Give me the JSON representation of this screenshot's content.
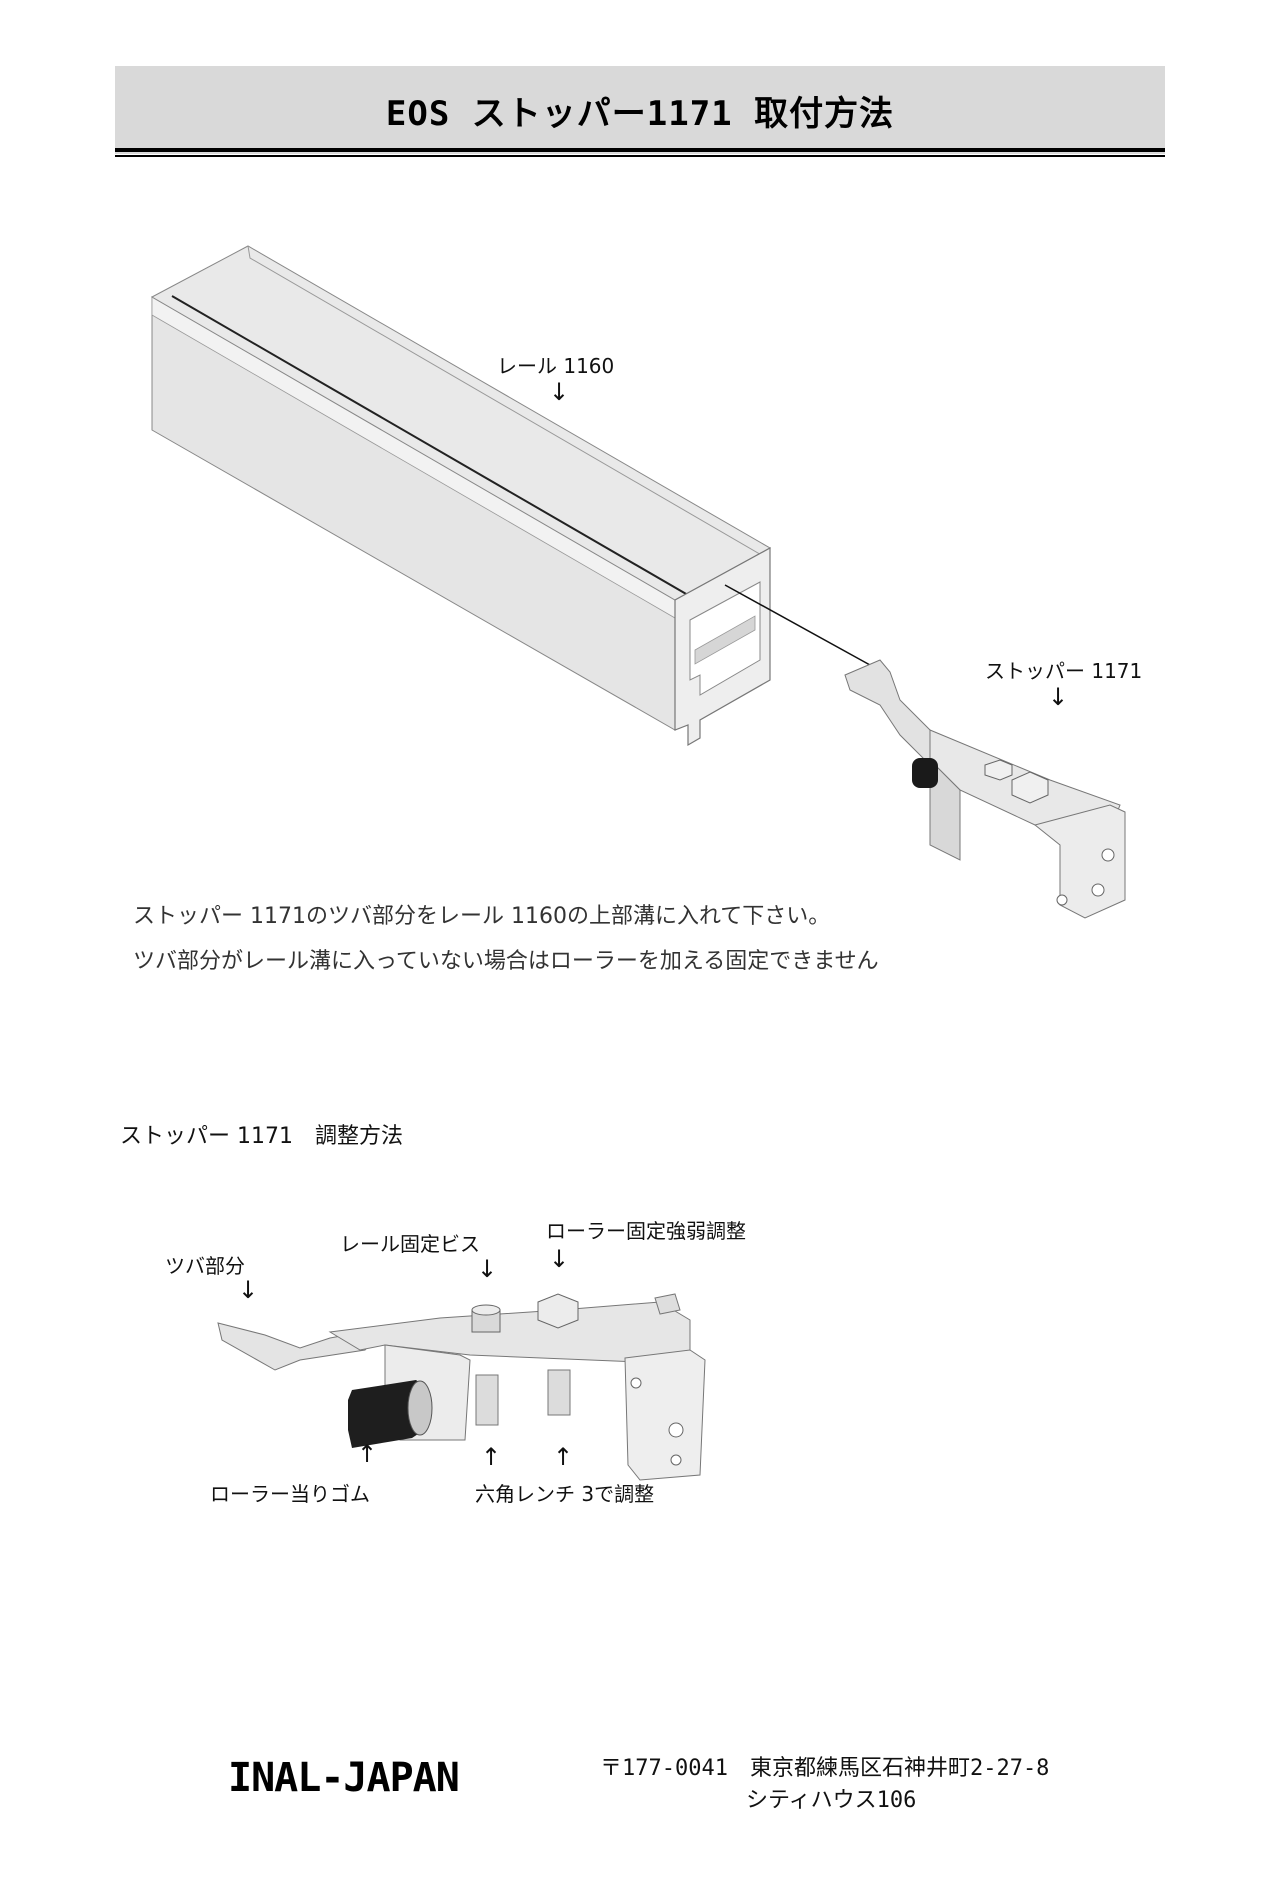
{
  "header": {
    "title": "EOS ストッパー1171 取付方法"
  },
  "figure1": {
    "rail_label": "レール 1160",
    "stopper_label": "ストッパー 1171",
    "arrow_down": "↓"
  },
  "instructions": {
    "line1": "ストッパー 1171のツバ部分をレール 1160の上部溝に入れて下さい。",
    "line2": "ツバ部分がレール溝に入っていない場合はローラーを加える固定できません"
  },
  "section2": {
    "title": "ストッパー 1171　調整方法"
  },
  "figure2": {
    "flange_label": "ツバ部分",
    "rail_screw_label": "レール固定ビス",
    "roller_adjust_label": "ローラー固定強弱調整",
    "rubber_label": "ローラー当りゴム",
    "hex_wrench_label": "六角レンチ 3で調整",
    "arrow_down": "↓",
    "arrow_up": "↑"
  },
  "footer": {
    "company": "INAL-JAPAN",
    "address_line1": "〒177-0041　東京都練馬区石神井町2-27-8",
    "address_line2": "シティハウス106"
  }
}
